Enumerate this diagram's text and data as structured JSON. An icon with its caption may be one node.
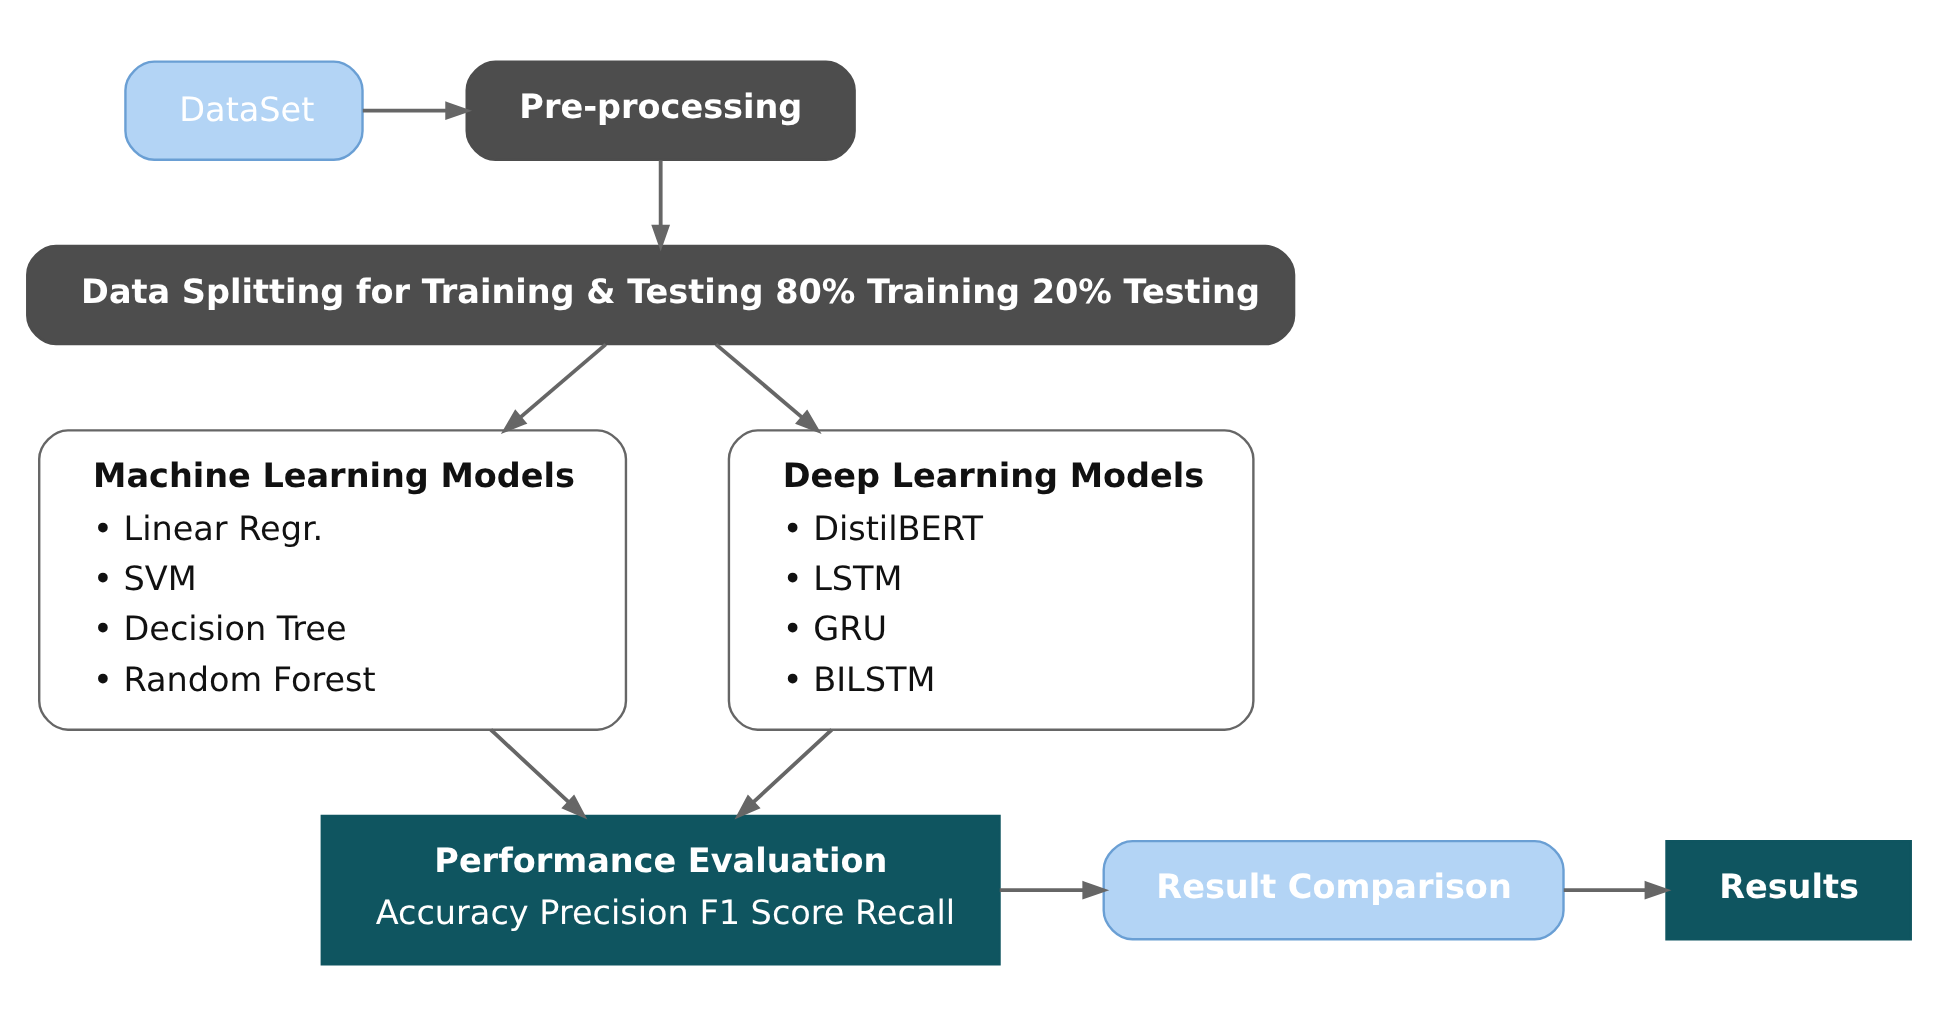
{
  "diagram": {
    "nodes": [
      {
        "text": [
          "DataSet"
        ]
      },
      {
        "text": [
          "Pre-processing"
        ]
      },
      {
        "text": [
          "Data Splitting for Training & Testing 80% Training 20% Testing"
        ]
      },
      {
        "text": [
          "Machine Learning Models",
          "• Linear Regr.",
          "• SVM",
          "• Decision Tree",
          "• Random Forest"
        ]
      },
      {
        "text": [
          "Deep Learning Models",
          "• DistilBERT",
          "• LSTM",
          "• GRU",
          "• BILSTM"
        ]
      },
      {
        "text": [
          "Performance Evaluation",
          "Accuracy Precision F1 Score Recall"
        ]
      },
      {
        "text": [
          "Result Comparison"
        ]
      },
      {
        "text": [
          "Results"
        ]
      }
    ],
    "edges": [
      {
        "from": 0,
        "to": 1,
        "arrow": "to"
      },
      {
        "from": 1,
        "to": 2,
        "arrow": "to"
      },
      {
        "from": 2,
        "to": 3,
        "arrow": "to"
      },
      {
        "from": 2,
        "to": 4,
        "arrow": "to"
      },
      {
        "from": 3,
        "to": 5,
        "arrow": "to"
      },
      {
        "from": 4,
        "to": 5,
        "arrow": "to"
      },
      {
        "from": 5,
        "to": 6,
        "arrow": "to"
      },
      {
        "from": 6,
        "to": 7,
        "arrow": "to"
      }
    ]
  }
}
